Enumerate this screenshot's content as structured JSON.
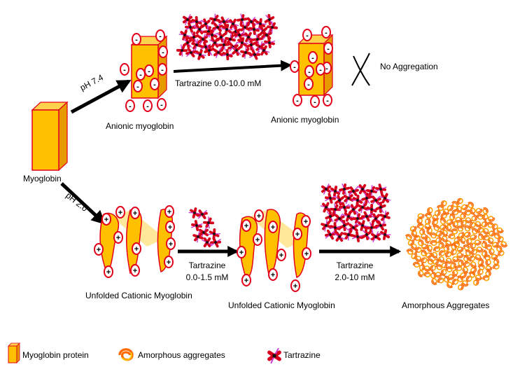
{
  "labels": {
    "myoglobin": "Myoglobin",
    "ph74": "pH 7.4",
    "ph20": "pH 2.0",
    "anionic_1": "Anionic myoglobin",
    "anionic_2": "Anionic myoglobin",
    "tartrazine_top": "Tartrazine 0.0-10.0 mM",
    "no_aggregation": "No Aggregation",
    "unfolded_1": "Unfolded Cationic Myoglobin",
    "unfolded_2": "Unfolded Cationic Myoglobin",
    "tartrazine_mid_1": "Tartrazine",
    "tartrazine_mid_2": "0.0-1.5 mM",
    "tartrazine_right_1": "Tartrazine",
    "tartrazine_right_2": "2.0-10 mM",
    "amorphous_aggregates": "Amorphous Aggregates"
  },
  "charges": {
    "minus": "-",
    "plus": "+"
  },
  "legend": {
    "protein": "Myoglobin protein",
    "aggregates": "Amorphous aggregates",
    "tartrazine": "Tartrazine"
  },
  "colors": {
    "protein_fill": "#ffc000",
    "protein_side": "#e69a00",
    "outline_red": "#e3001b",
    "arrow": "#000000",
    "tartrazine_red": "#d6001c",
    "tartrazine_magenta": "#cc33cc",
    "aggregate_orange": "#ff6a00"
  }
}
